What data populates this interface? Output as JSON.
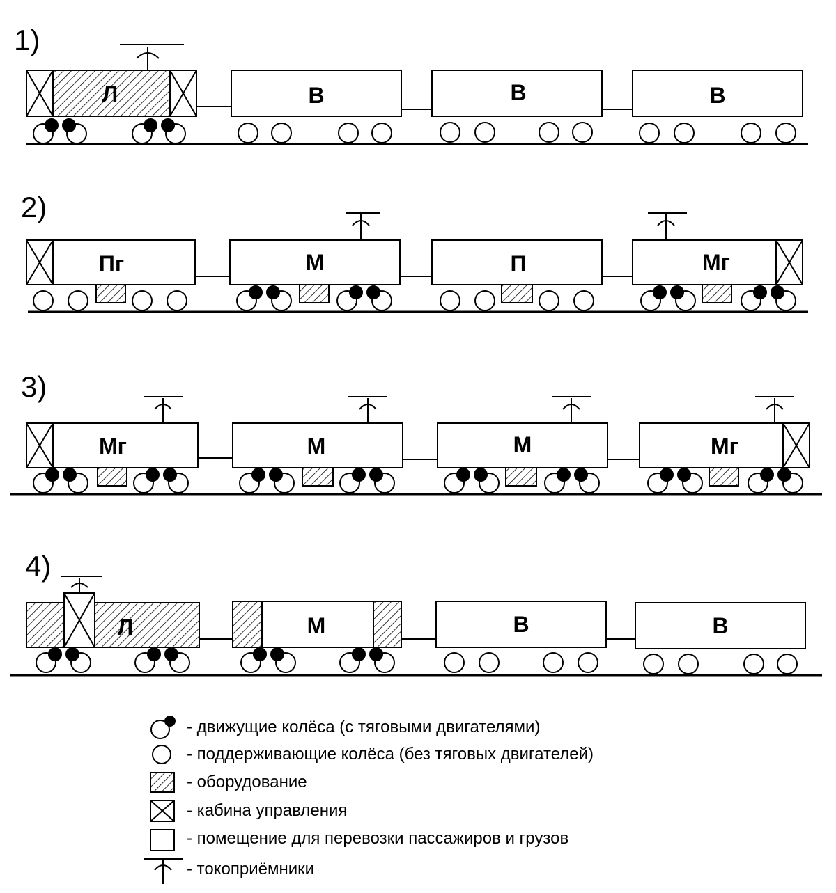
{
  "trains": [
    {
      "number": "1)",
      "cars": [
        {
          "label": "Л",
          "type": "locomotive"
        },
        {
          "label": "В",
          "type": "trailer"
        },
        {
          "label": "В",
          "type": "trailer"
        },
        {
          "label": "В",
          "type": "trailer"
        }
      ]
    },
    {
      "number": "2)",
      "cars": [
        {
          "label": "Пг",
          "type": "trailer-cab"
        },
        {
          "label": "М",
          "type": "motor"
        },
        {
          "label": "П",
          "type": "trailer"
        },
        {
          "label": "Мг",
          "type": "motor-cab"
        }
      ]
    },
    {
      "number": "3)",
      "cars": [
        {
          "label": "Мг",
          "type": "motor-cab"
        },
        {
          "label": "М",
          "type": "motor"
        },
        {
          "label": "М",
          "type": "motor"
        },
        {
          "label": "Мг",
          "type": "motor-cab"
        }
      ]
    },
    {
      "number": "4)",
      "cars": [
        {
          "label": "Л",
          "type": "locomotive"
        },
        {
          "label": "М",
          "type": "motor"
        },
        {
          "label": "В",
          "type": "trailer"
        },
        {
          "label": "В",
          "type": "trailer"
        }
      ]
    }
  ],
  "legend": [
    {
      "icon": "driving-wheel-icon",
      "text": "- движущие колёса (с тяговыми двигателями)"
    },
    {
      "icon": "support-wheel-icon",
      "text": "- поддерживающие колёса (без тяговых двигателей)"
    },
    {
      "icon": "equipment-icon",
      "text": "- оборудование"
    },
    {
      "icon": "cab-icon",
      "text": "- кабина управления"
    },
    {
      "icon": "compartment-icon",
      "text": "- помещение для перевозки пассажиров и грузов"
    },
    {
      "icon": "pantograph-icon",
      "text": "- токоприёмники"
    }
  ]
}
